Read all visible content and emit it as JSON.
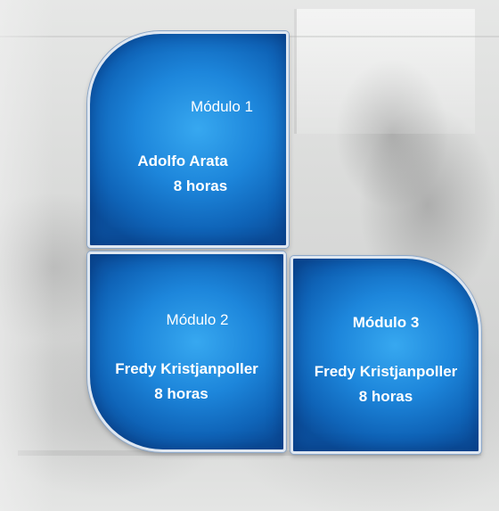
{
  "modules": [
    {
      "title": "Módulo 1",
      "instructor": "Adolfo Arata",
      "hours": "8 horas"
    },
    {
      "title": "Módulo 2",
      "instructor": "Fredy Kristjanpoller",
      "hours": "8 horas"
    },
    {
      "title": "Módulo 3",
      "instructor": "Fredy Kristjanpoller",
      "hours": "8 horas"
    }
  ],
  "colors": {
    "tile_center": "#37a8f0",
    "tile_edge": "#0b4f9c",
    "tile_border": "#dfe7f1",
    "text": "#ffffff"
  }
}
